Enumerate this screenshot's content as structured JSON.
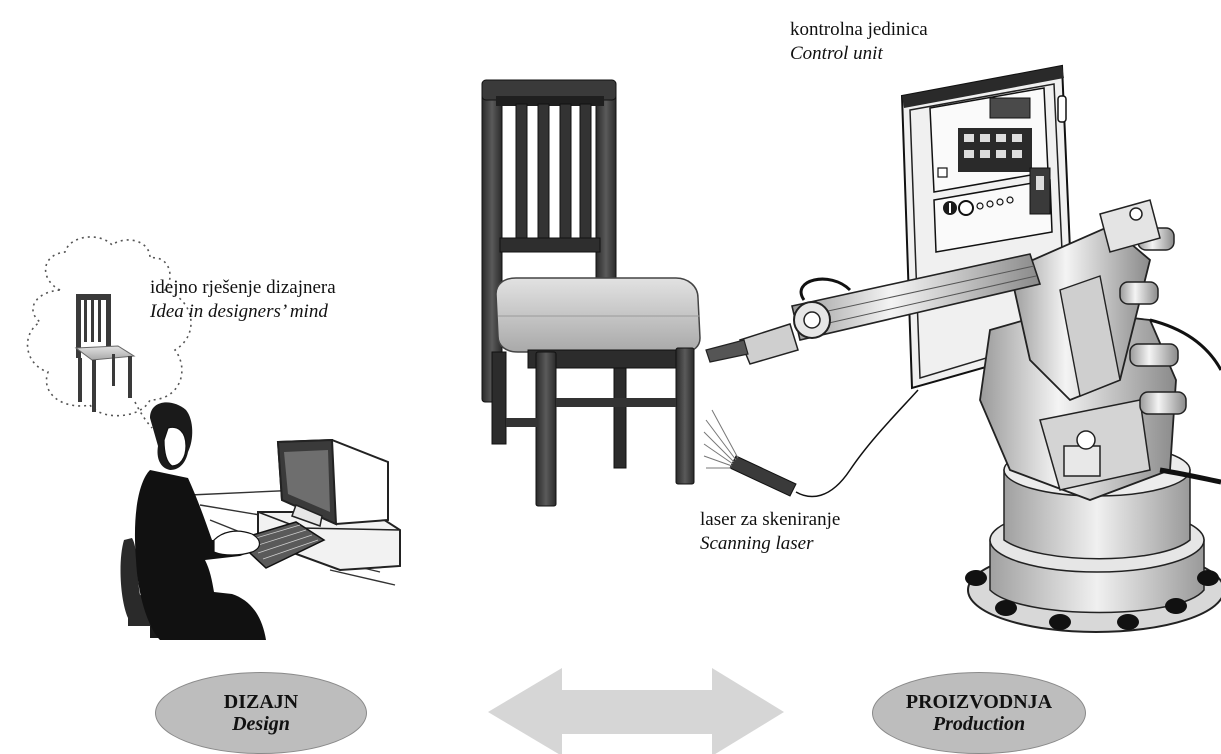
{
  "labels": {
    "idea": {
      "line1": "idejno rješenje dizajnera",
      "line2": "Idea in designers’ mind"
    },
    "control": {
      "line1": "kontrolna jedinica",
      "line2": "Control unit"
    },
    "laser": {
      "line1": "laser za skeniranje",
      "line2": "Scanning laser"
    }
  },
  "ovals": {
    "design": {
      "line1": "DIZAJN",
      "line2": "Design"
    },
    "production": {
      "line1": "PROIZVODNJA",
      "line2": "Production"
    }
  },
  "colors": {
    "oval_fill": "#bdbdbd",
    "arrow_fill": "#d6d6d6",
    "chair_wood": "#3a3a3a",
    "chair_seat": "#c8c8c8"
  },
  "icons": [
    "thought-cloud-icon",
    "small-chair-icon",
    "designer-at-computer-icon",
    "chair-icon",
    "robot-arm-icon",
    "control-unit-icon",
    "scanning-laser-icon",
    "double-arrow-icon"
  ]
}
